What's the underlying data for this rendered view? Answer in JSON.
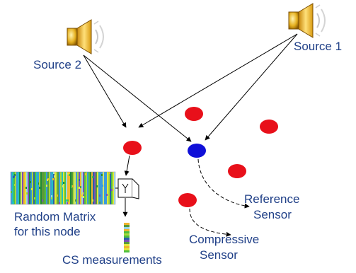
{
  "labels": {
    "source1": "Source 1",
    "source2": "Source 2",
    "random_matrix_line1": "Random Matrix",
    "random_matrix_line2": "for this node",
    "cs_measurements": "CS measurements",
    "reference_line1": "Reference",
    "reference_line2": "Sensor",
    "compressive_line1": "Compressive",
    "compressive_line2": "Sensor"
  },
  "colors": {
    "text": "#1f3f87",
    "sensor_red": "#e8101a",
    "reference_blue": "#1010d8",
    "arrow": "#000000"
  },
  "icons": [
    "speaker-icon",
    "speaker-icon"
  ]
}
